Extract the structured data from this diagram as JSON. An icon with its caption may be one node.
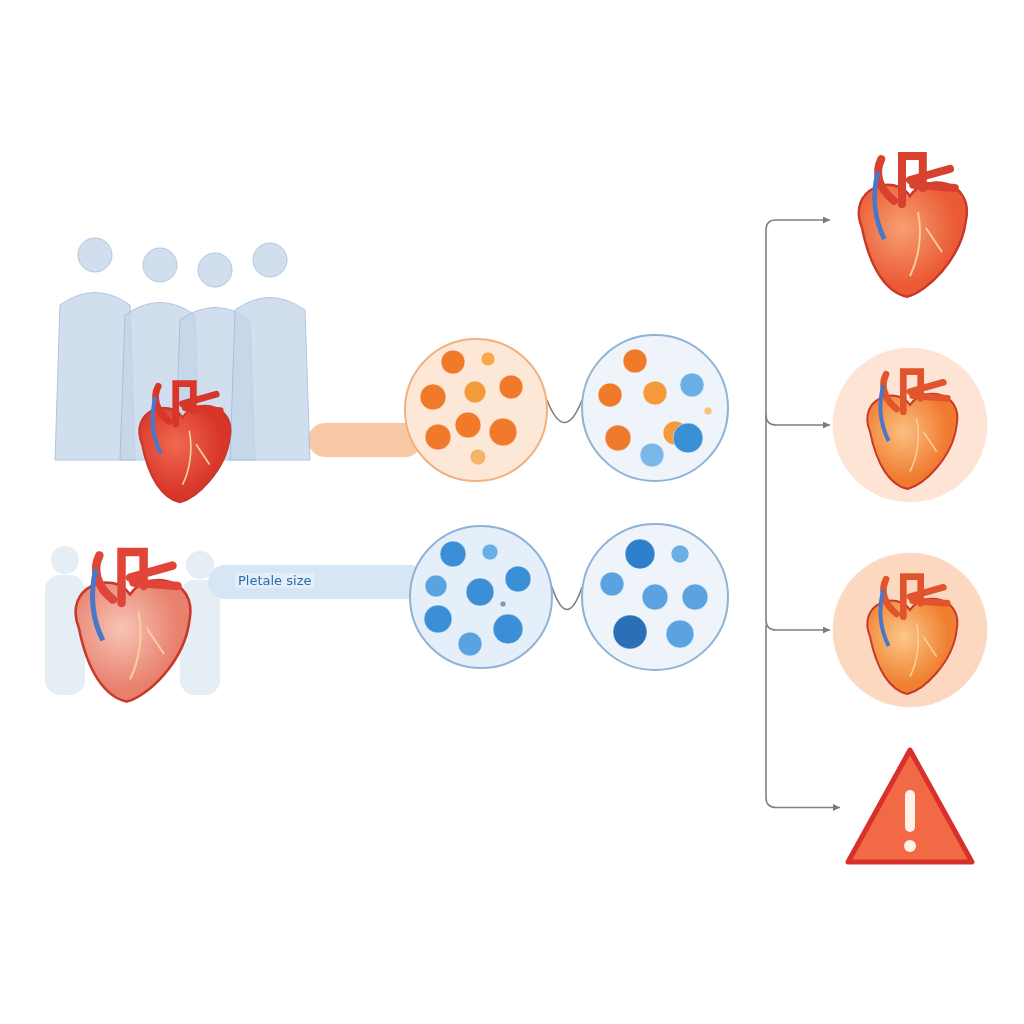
{
  "diagram": {
    "nodes": [
      {
        "text": [],
        "shape": "picture"
      },
      {
        "text": [],
        "shape": "picture"
      },
      {
        "text": [],
        "shape": "picture"
      },
      {
        "text": [],
        "shape": "picture"
      },
      {
        "text": [],
        "shape": "picture"
      },
      {
        "text": [],
        "shape": "picture"
      },
      {
        "text": [],
        "shape": "picture"
      },
      {
        "text": [],
        "shape": "picture"
      },
      {
        "text": [],
        "shape": "picture"
      },
      {
        "text": [],
        "shape": "picture"
      }
    ],
    "edges": [
      {
        "from": 0,
        "to": 1,
        "arrow": "none",
        "style": "thick",
        "color": "#f4a36a"
      },
      {
        "from": 1,
        "to": 2,
        "arrow": "none"
      },
      {
        "from": 3,
        "to": 4,
        "arrow": "none",
        "style": "thick",
        "color": "#bcd5ee",
        "label": "Pletale size"
      },
      {
        "from": 4,
        "to": 5,
        "arrow": "none"
      },
      {
        "from": null,
        "to": 6,
        "arrow": "to"
      },
      {
        "from": null,
        "to": 7,
        "arrow": "to"
      },
      {
        "from": null,
        "to": 8,
        "arrow": "to"
      },
      {
        "from": null,
        "to": 9,
        "arrow": "to"
      }
    ]
  }
}
